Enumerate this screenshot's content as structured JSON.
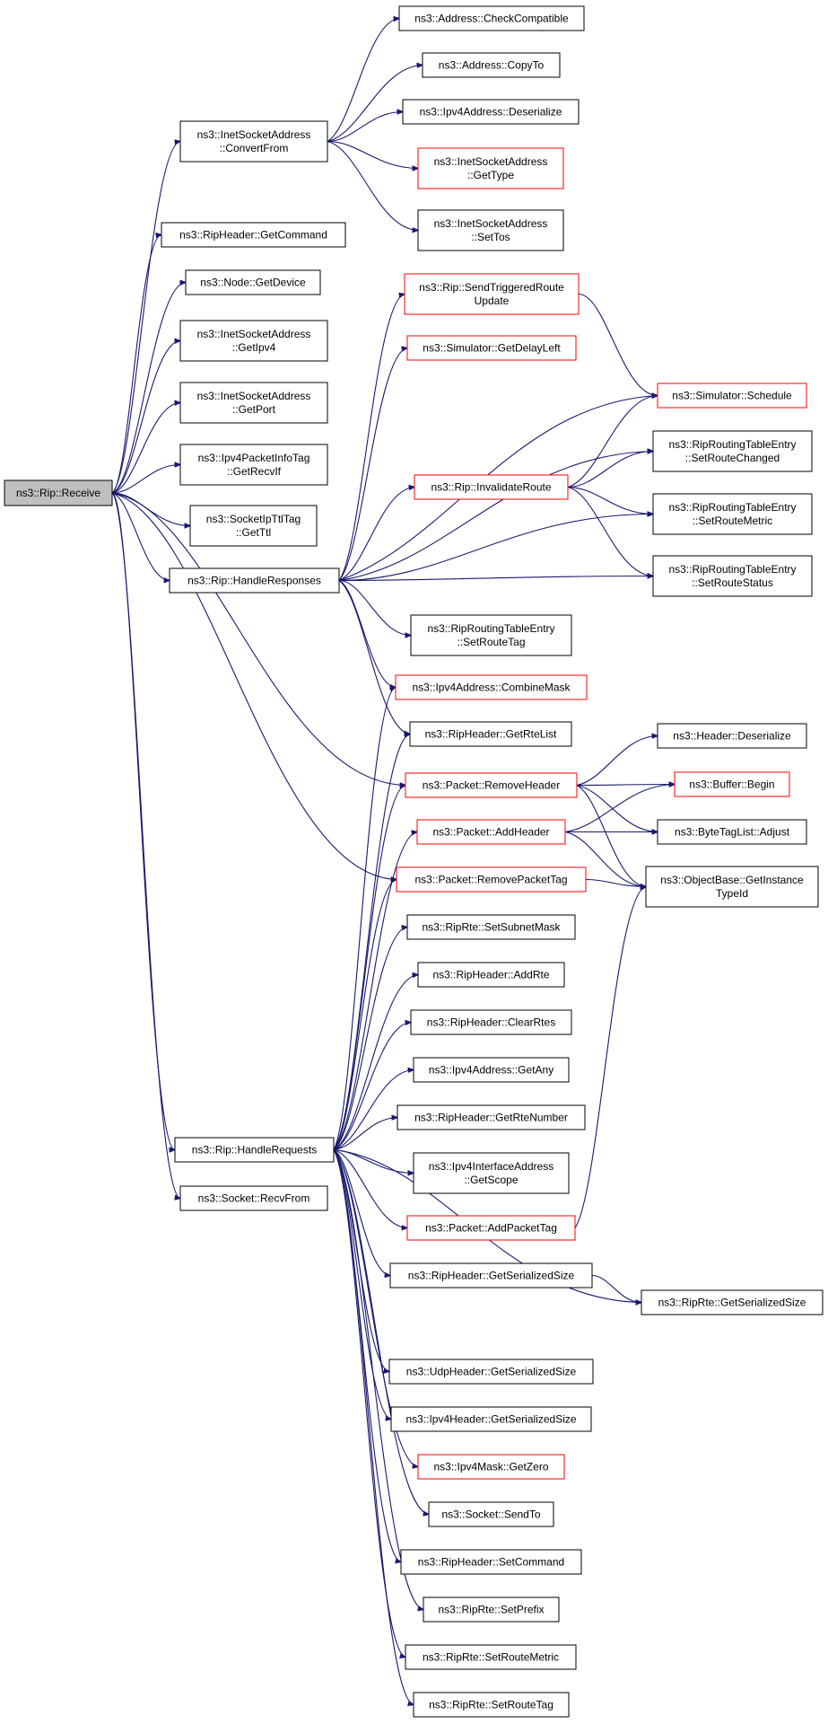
{
  "diagram": {
    "nodes": [
      {
        "id": "n0",
        "lines": [
          "ns3::Rip::Receive"
        ],
        "root": true
      },
      {
        "id": "n1",
        "lines": [
          "ns3::Address::CheckCompatible"
        ]
      },
      {
        "id": "n2",
        "lines": [
          "ns3::Address::CopyTo"
        ]
      },
      {
        "id": "n3",
        "lines": [
          "ns3::InetSocketAddress",
          "::ConvertFrom"
        ]
      },
      {
        "id": "n4",
        "lines": [
          "ns3::Ipv4Address::Deserialize"
        ]
      },
      {
        "id": "n5",
        "lines": [
          "ns3::InetSocketAddress",
          "::GetType"
        ],
        "red": true
      },
      {
        "id": "n6",
        "lines": [
          "ns3::InetSocketAddress",
          "::SetTos"
        ]
      },
      {
        "id": "n7",
        "lines": [
          "ns3::RipHeader::GetCommand"
        ]
      },
      {
        "id": "n8",
        "lines": [
          "ns3::Node::GetDevice"
        ]
      },
      {
        "id": "n9",
        "lines": [
          "ns3::Rip::SendTriggeredRoute",
          "Update"
        ],
        "red": true
      },
      {
        "id": "n10",
        "lines": [
          "ns3::InetSocketAddress",
          "::GetIpv4"
        ]
      },
      {
        "id": "n11",
        "lines": [
          "ns3::Simulator::GetDelayLeft"
        ],
        "red": true
      },
      {
        "id": "n12",
        "lines": [
          "ns3::InetSocketAddress",
          "::GetPort"
        ]
      },
      {
        "id": "n13",
        "lines": [
          "ns3::Simulator::Schedule"
        ],
        "red": true
      },
      {
        "id": "n14",
        "lines": [
          "ns3::RipRoutingTableEntry",
          "::SetRouteChanged"
        ]
      },
      {
        "id": "n15",
        "lines": [
          "ns3::Ipv4PacketInfoTag",
          "::GetRecvIf"
        ]
      },
      {
        "id": "n16",
        "lines": [
          "ns3::Rip::InvalidateRoute"
        ],
        "red": true
      },
      {
        "id": "n17",
        "lines": [
          "ns3::RipRoutingTableEntry",
          "::SetRouteMetric"
        ]
      },
      {
        "id": "n18",
        "lines": [
          "ns3::SocketIpTtlTag",
          "::GetTtl"
        ]
      },
      {
        "id": "n19",
        "lines": [
          "ns3::Rip::HandleResponses"
        ]
      },
      {
        "id": "n20",
        "lines": [
          "ns3::RipRoutingTableEntry",
          "::SetRouteStatus"
        ]
      },
      {
        "id": "n21",
        "lines": [
          "ns3::RipRoutingTableEntry",
          "::SetRouteTag"
        ]
      },
      {
        "id": "n22",
        "lines": [
          "ns3::Ipv4Address::CombineMask"
        ],
        "red": true
      },
      {
        "id": "n23",
        "lines": [
          "ns3::RipHeader::GetRteList"
        ]
      },
      {
        "id": "n24",
        "lines": [
          "ns3::Header::Deserialize"
        ]
      },
      {
        "id": "n25",
        "lines": [
          "ns3::Packet::RemoveHeader"
        ],
        "red": true
      },
      {
        "id": "n26",
        "lines": [
          "ns3::Buffer::Begin"
        ],
        "red": true
      },
      {
        "id": "n27",
        "lines": [
          "ns3::Packet::AddHeader"
        ],
        "red": true
      },
      {
        "id": "n28",
        "lines": [
          "ns3::ByteTagList::Adjust"
        ]
      },
      {
        "id": "n29",
        "lines": [
          "ns3::Packet::RemovePacketTag"
        ],
        "red": true
      },
      {
        "id": "n30",
        "lines": [
          "ns3::ObjectBase::GetInstance",
          "TypeId"
        ]
      },
      {
        "id": "n31",
        "lines": [
          "ns3::RipRte::SetSubnetMask"
        ]
      },
      {
        "id": "n32",
        "lines": [
          "ns3::RipHeader::AddRte"
        ]
      },
      {
        "id": "n33",
        "lines": [
          "ns3::RipHeader::ClearRtes"
        ]
      },
      {
        "id": "n34",
        "lines": [
          "ns3::Ipv4Address::GetAny"
        ]
      },
      {
        "id": "n35",
        "lines": [
          "ns3::RipHeader::GetRteNumber"
        ]
      },
      {
        "id": "n36",
        "lines": [
          "ns3::Rip::HandleRequests"
        ]
      },
      {
        "id": "n37",
        "lines": [
          "ns3::Ipv4InterfaceAddress",
          "::GetScope"
        ]
      },
      {
        "id": "n38",
        "lines": [
          "ns3::Socket::RecvFrom"
        ]
      },
      {
        "id": "n39",
        "lines": [
          "ns3::Packet::AddPacketTag"
        ],
        "red": true
      },
      {
        "id": "n40",
        "lines": [
          "ns3::RipHeader::GetSerializedSize"
        ]
      },
      {
        "id": "n41",
        "lines": [
          "ns3::RipRte::GetSerializedSize"
        ]
      },
      {
        "id": "n42",
        "lines": [
          "ns3::UdpHeader::GetSerializedSize"
        ]
      },
      {
        "id": "n43",
        "lines": [
          "ns3::Ipv4Header::GetSerializedSize"
        ]
      },
      {
        "id": "n44",
        "lines": [
          "ns3::Ipv4Mask::GetZero"
        ],
        "red": true
      },
      {
        "id": "n45",
        "lines": [
          "ns3::Socket::SendTo"
        ]
      },
      {
        "id": "n46",
        "lines": [
          "ns3::RipHeader::SetCommand"
        ]
      },
      {
        "id": "n47",
        "lines": [
          "ns3::RipRte::SetPrefix"
        ]
      },
      {
        "id": "n48",
        "lines": [
          "ns3::RipRte::SetRouteMetric"
        ]
      },
      {
        "id": "n49",
        "lines": [
          "ns3::RipRte::SetRouteTag"
        ]
      }
    ],
    "edges": [
      [
        "n0",
        "n3"
      ],
      [
        "n0",
        "n7"
      ],
      [
        "n0",
        "n8"
      ],
      [
        "n0",
        "n10"
      ],
      [
        "n0",
        "n12"
      ],
      [
        "n0",
        "n15"
      ],
      [
        "n0",
        "n18"
      ],
      [
        "n0",
        "n19"
      ],
      [
        "n0",
        "n25"
      ],
      [
        "n0",
        "n29"
      ],
      [
        "n0",
        "n36"
      ],
      [
        "n0",
        "n38"
      ],
      [
        "n3",
        "n1"
      ],
      [
        "n3",
        "n2"
      ],
      [
        "n3",
        "n4"
      ],
      [
        "n3",
        "n5"
      ],
      [
        "n3",
        "n6"
      ],
      [
        "n19",
        "n9"
      ],
      [
        "n19",
        "n11"
      ],
      [
        "n19",
        "n13"
      ],
      [
        "n19",
        "n14"
      ],
      [
        "n19",
        "n16"
      ],
      [
        "n19",
        "n17"
      ],
      [
        "n19",
        "n20"
      ],
      [
        "n19",
        "n21"
      ],
      [
        "n19",
        "n22"
      ],
      [
        "n19",
        "n23"
      ],
      [
        "n9",
        "n13"
      ],
      [
        "n16",
        "n13"
      ],
      [
        "n16",
        "n14"
      ],
      [
        "n16",
        "n17"
      ],
      [
        "n16",
        "n20"
      ],
      [
        "n25",
        "n24"
      ],
      [
        "n25",
        "n26"
      ],
      [
        "n25",
        "n28"
      ],
      [
        "n25",
        "n30"
      ],
      [
        "n27",
        "n26"
      ],
      [
        "n27",
        "n28"
      ],
      [
        "n27",
        "n30"
      ],
      [
        "n29",
        "n30"
      ],
      [
        "n39",
        "n30"
      ],
      [
        "n36",
        "n22"
      ],
      [
        "n36",
        "n23"
      ],
      [
        "n36",
        "n25"
      ],
      [
        "n36",
        "n27"
      ],
      [
        "n36",
        "n29"
      ],
      [
        "n36",
        "n31"
      ],
      [
        "n36",
        "n32"
      ],
      [
        "n36",
        "n33"
      ],
      [
        "n36",
        "n34"
      ],
      [
        "n36",
        "n35"
      ],
      [
        "n36",
        "n37"
      ],
      [
        "n36",
        "n39"
      ],
      [
        "n36",
        "n40"
      ],
      [
        "n36",
        "n41"
      ],
      [
        "n36",
        "n42"
      ],
      [
        "n36",
        "n43"
      ],
      [
        "n36",
        "n44"
      ],
      [
        "n36",
        "n45"
      ],
      [
        "n36",
        "n46"
      ],
      [
        "n36",
        "n47"
      ],
      [
        "n36",
        "n48"
      ],
      [
        "n36",
        "n49"
      ],
      [
        "n40",
        "n41"
      ]
    ]
  }
}
